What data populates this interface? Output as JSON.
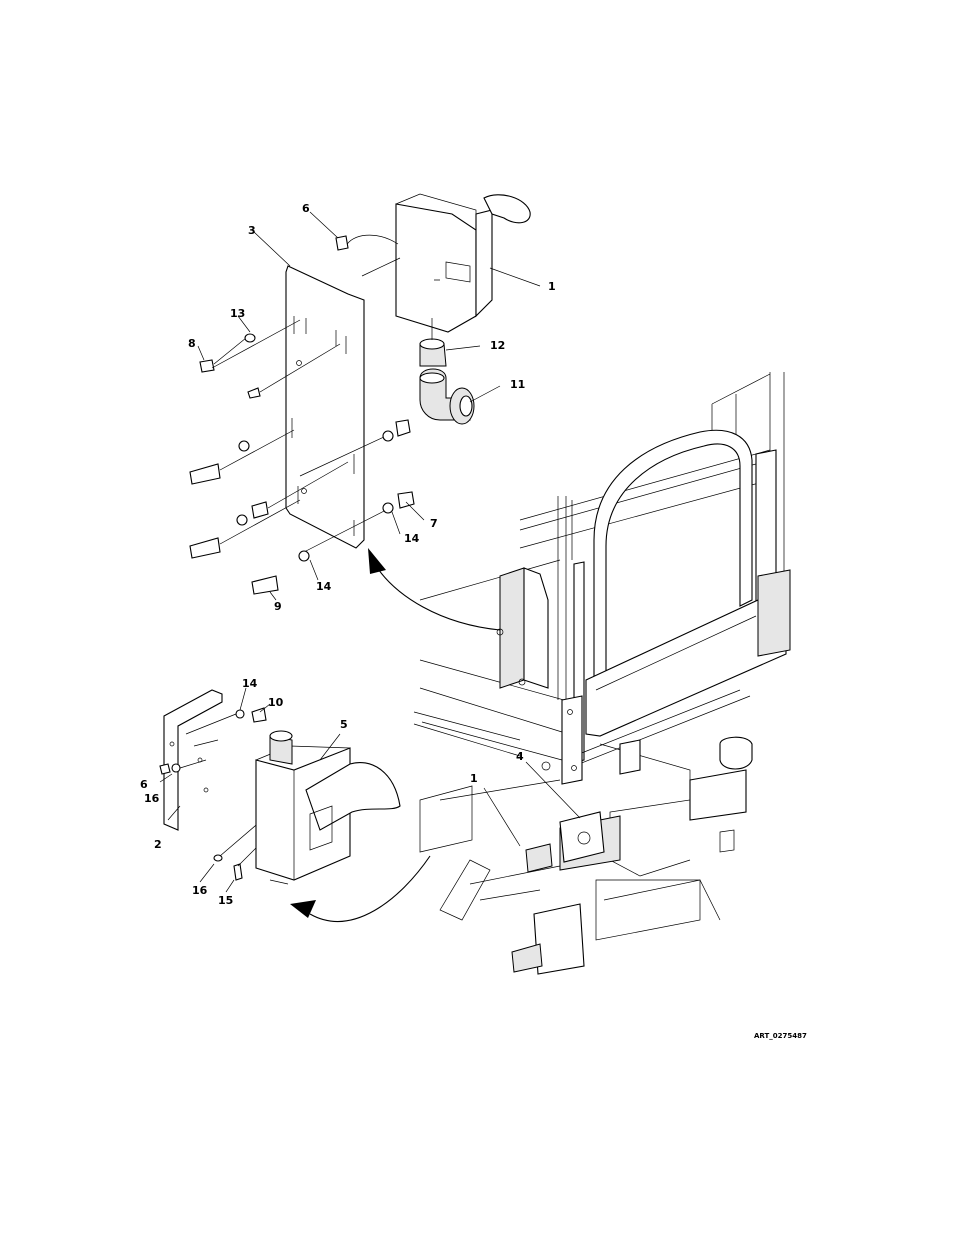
{
  "callouts": {
    "c6a": "6",
    "c3": "3",
    "c1a": "1",
    "c13": "13",
    "c8": "8",
    "c12": "12",
    "c11": "11",
    "c7": "7",
    "c14a": "14",
    "c14b": "14",
    "c9": "9",
    "c14c": "14",
    "c10": "10",
    "c5": "5",
    "c4": "4",
    "c1b": "1",
    "c6b": "6",
    "c16a": "16",
    "c2": "2",
    "c16b": "16",
    "c15": "15"
  },
  "art_id": "ART_0275487"
}
